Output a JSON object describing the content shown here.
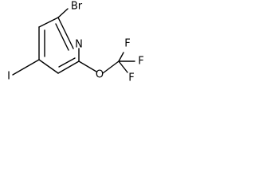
{
  "molecule": {
    "atoms": {
      "br": "Br",
      "n": "N",
      "i": "I",
      "o": "O",
      "f_top": "F",
      "f_right": "F",
      "f_bottom": "F"
    }
  }
}
